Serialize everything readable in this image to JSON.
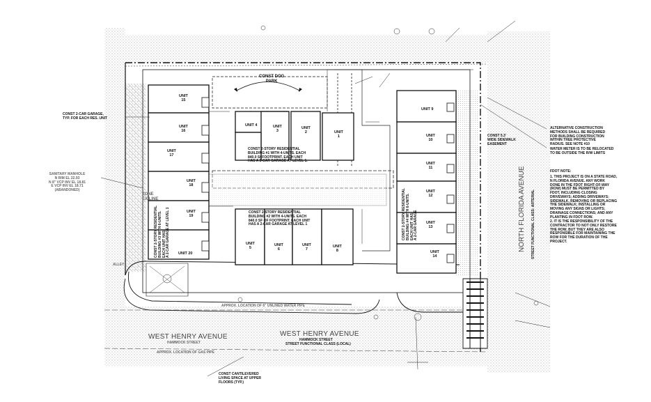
{
  "streets": {
    "north_florida": "NORTH FLORIDA AVENUE",
    "north_florida_sub": "STREET FUNCTIONAL CLASS: ARTERIAL",
    "henry_left": "WEST HENRY AVENUE",
    "henry_left_sub": "HAMMOCK STREET",
    "henry_center": "WEST HENRY AVENUE",
    "henry_center_sub": "HAMMOCK STREET",
    "henry_center_class": "STREET FUNCTIONAL CLASS (LOCAL)"
  },
  "notes": {
    "dog_park": "CONST DOG\nPARK",
    "garage": "CONST 2-CAR GARAGE,\nTYP. FOR EACH RES. UNIT",
    "sanitary": "SANITARY MANHOLE\nN RIM EL 22.93\nN 8\" VCP INV EL 18.81\nE VCP INV EL 18.71\n(ABANDONED)",
    "building_top": "CONST 2-STORY RESIDENTIAL\nBUILDING #1 WITH 4-UNITS. EACH\n840.0 Sf FOOTPRINT. EACH UNIT\nHAS A 2-CAR GARAGE AT LEVEL 1.",
    "building_bottom": "CONST 2-STORY RESIDENTIAL\nBUILDING #2 WITH 4-UNITS. EACH\n840.0 SF OF FOOTPRINT. EACH UNIT\nHAS A 2-CAR GARAGE AT LEVEL 1",
    "building_left": "CONST 2-STORY RESIDENTIAL\nBUILDING #3 WITH 6-UNITS.\nEACH UNIT HAS\nA 2-CAR GARAGE AT LEVEL 1",
    "building_right": "CONST 2-STORY RESIDENTIAL\nBUILDING #4 WITH 6-UNITS.\nEACH UNIT HAS\nA 2-CAR GARAGE",
    "sidewalk": "CONST 5.3'\nWIDE SIDEWALK\nEASEMENT",
    "alt_construction": "ALTERNATIVE CONSTRUCTION\nMETHODS SHALL BE REQUIRED\nFOR BUILDING CONSTRUCTION\nWITHIN TREE PROTECTIVE\nRADIUS. SEE NOTE #10",
    "water_meter": "WATER METER IS TO BE RELOCATED\nTO BE OUTSIDE THE R/W LIMITS",
    "foot_note_title": "FDOT NOTE:",
    "foot_note_1": "1. THIS PROJECT IS ON A STATE ROAD,\n   N FLORIDA AVENUE. ANY WORK\n   DONE IN THE FDOT RIGHT-OF-WAY\n   (ROW) MUST BE PERMITTED BY\n   FDOT, INCLUDING CLOSING\n   DRIVEWAYS; ADDING DRIVEWAYS;\n   SIDEWALK, REMOVING OR REPLACING\n   THE SIDEWALK; INSTALLING OR\n   MOVING ANY SIGNS OR LIGHTS;\n   DRAINAGE CONNECTIONS; AND ANY\n   PLANTING IN FDOT ROW.",
    "foot_note_2": "2. IT IS THE RESPONSIBILITY OF THE\n   CONTRACTOR TO NOT ONLY RESTORE\n   THE ROW, BUT THEY ARE ALSO\n   RESPONSIBLE FOR MAINTAINING THE\n   ROW FOR THE DURATION OF THE\n   PROJECT.",
    "cantilever": "CONST CANTILEVERED\nLIVING SPACE AT UPPER\nFLOORS (TYP.)",
    "alley": "ALLEY",
    "zone": "ZONE\nEX LINE",
    "water_pipe": "APPROX. LOCATION OF 6\" UNLINED WATER PIPE",
    "gas_pipe": "APPROX. LOCATION OF GAS PIPE"
  },
  "units": {
    "u1": "UNIT\n1",
    "u2": "UNIT\n2",
    "u3": "UNIT\n3",
    "u4": "UNIT 4",
    "u5": "UNIT\n5",
    "u6": "UNIT\n6",
    "u7": "UNIT\n7",
    "u8": "UNIT\n8",
    "u9": "UNIT 9",
    "u10": "UNIT\n10",
    "u11": "UNIT\n11",
    "u12": "UNIT\n12",
    "u13": "UNIT\n13",
    "u14": "UNIT\n14",
    "u15": "UNIT\n15",
    "u16": "UNIT\n16",
    "u17": "UNIT\n17",
    "u18": "UNIT\n18",
    "u19": "UNIT\n19",
    "u20": "UNIT 20"
  },
  "colors": {
    "hatch": "#bdbdbd",
    "line": "#111111",
    "gray_text": "#555555"
  }
}
